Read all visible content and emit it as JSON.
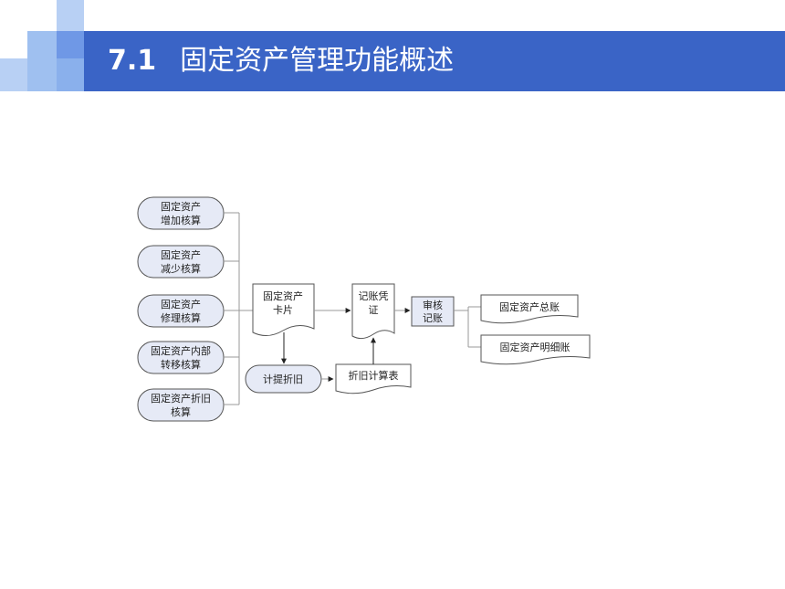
{
  "header": {
    "section_number": "7.1",
    "section_title": "固定资产管理功能概述"
  },
  "colors": {
    "title_bar": "#3a64c6",
    "deco_light": "#9fc0f0",
    "deco_mid": "#6f98e6",
    "node_fill": "#e6eaf6"
  },
  "diagram": {
    "inputs": [
      {
        "line1": "固定资产",
        "line2": "增加核算"
      },
      {
        "line1": "固定资产",
        "line2": "减少核算"
      },
      {
        "line1": "固定资产",
        "line2": "修理核算"
      },
      {
        "line1": "固定资产内部",
        "line2": "转移核算"
      },
      {
        "line1": "固定资产折旧",
        "line2": "核算"
      }
    ],
    "card": {
      "line1": "固定资产",
      "line2": "卡片"
    },
    "voucher": {
      "line1": "记账凭",
      "line2": "证"
    },
    "review": {
      "line1": "审核",
      "line2": "记账"
    },
    "general_ledger": "固定资产总账",
    "detail_ledger": "固定资产明细账",
    "depreciation_calc": "计提折旧",
    "depreciation_table": "折旧计算表"
  }
}
